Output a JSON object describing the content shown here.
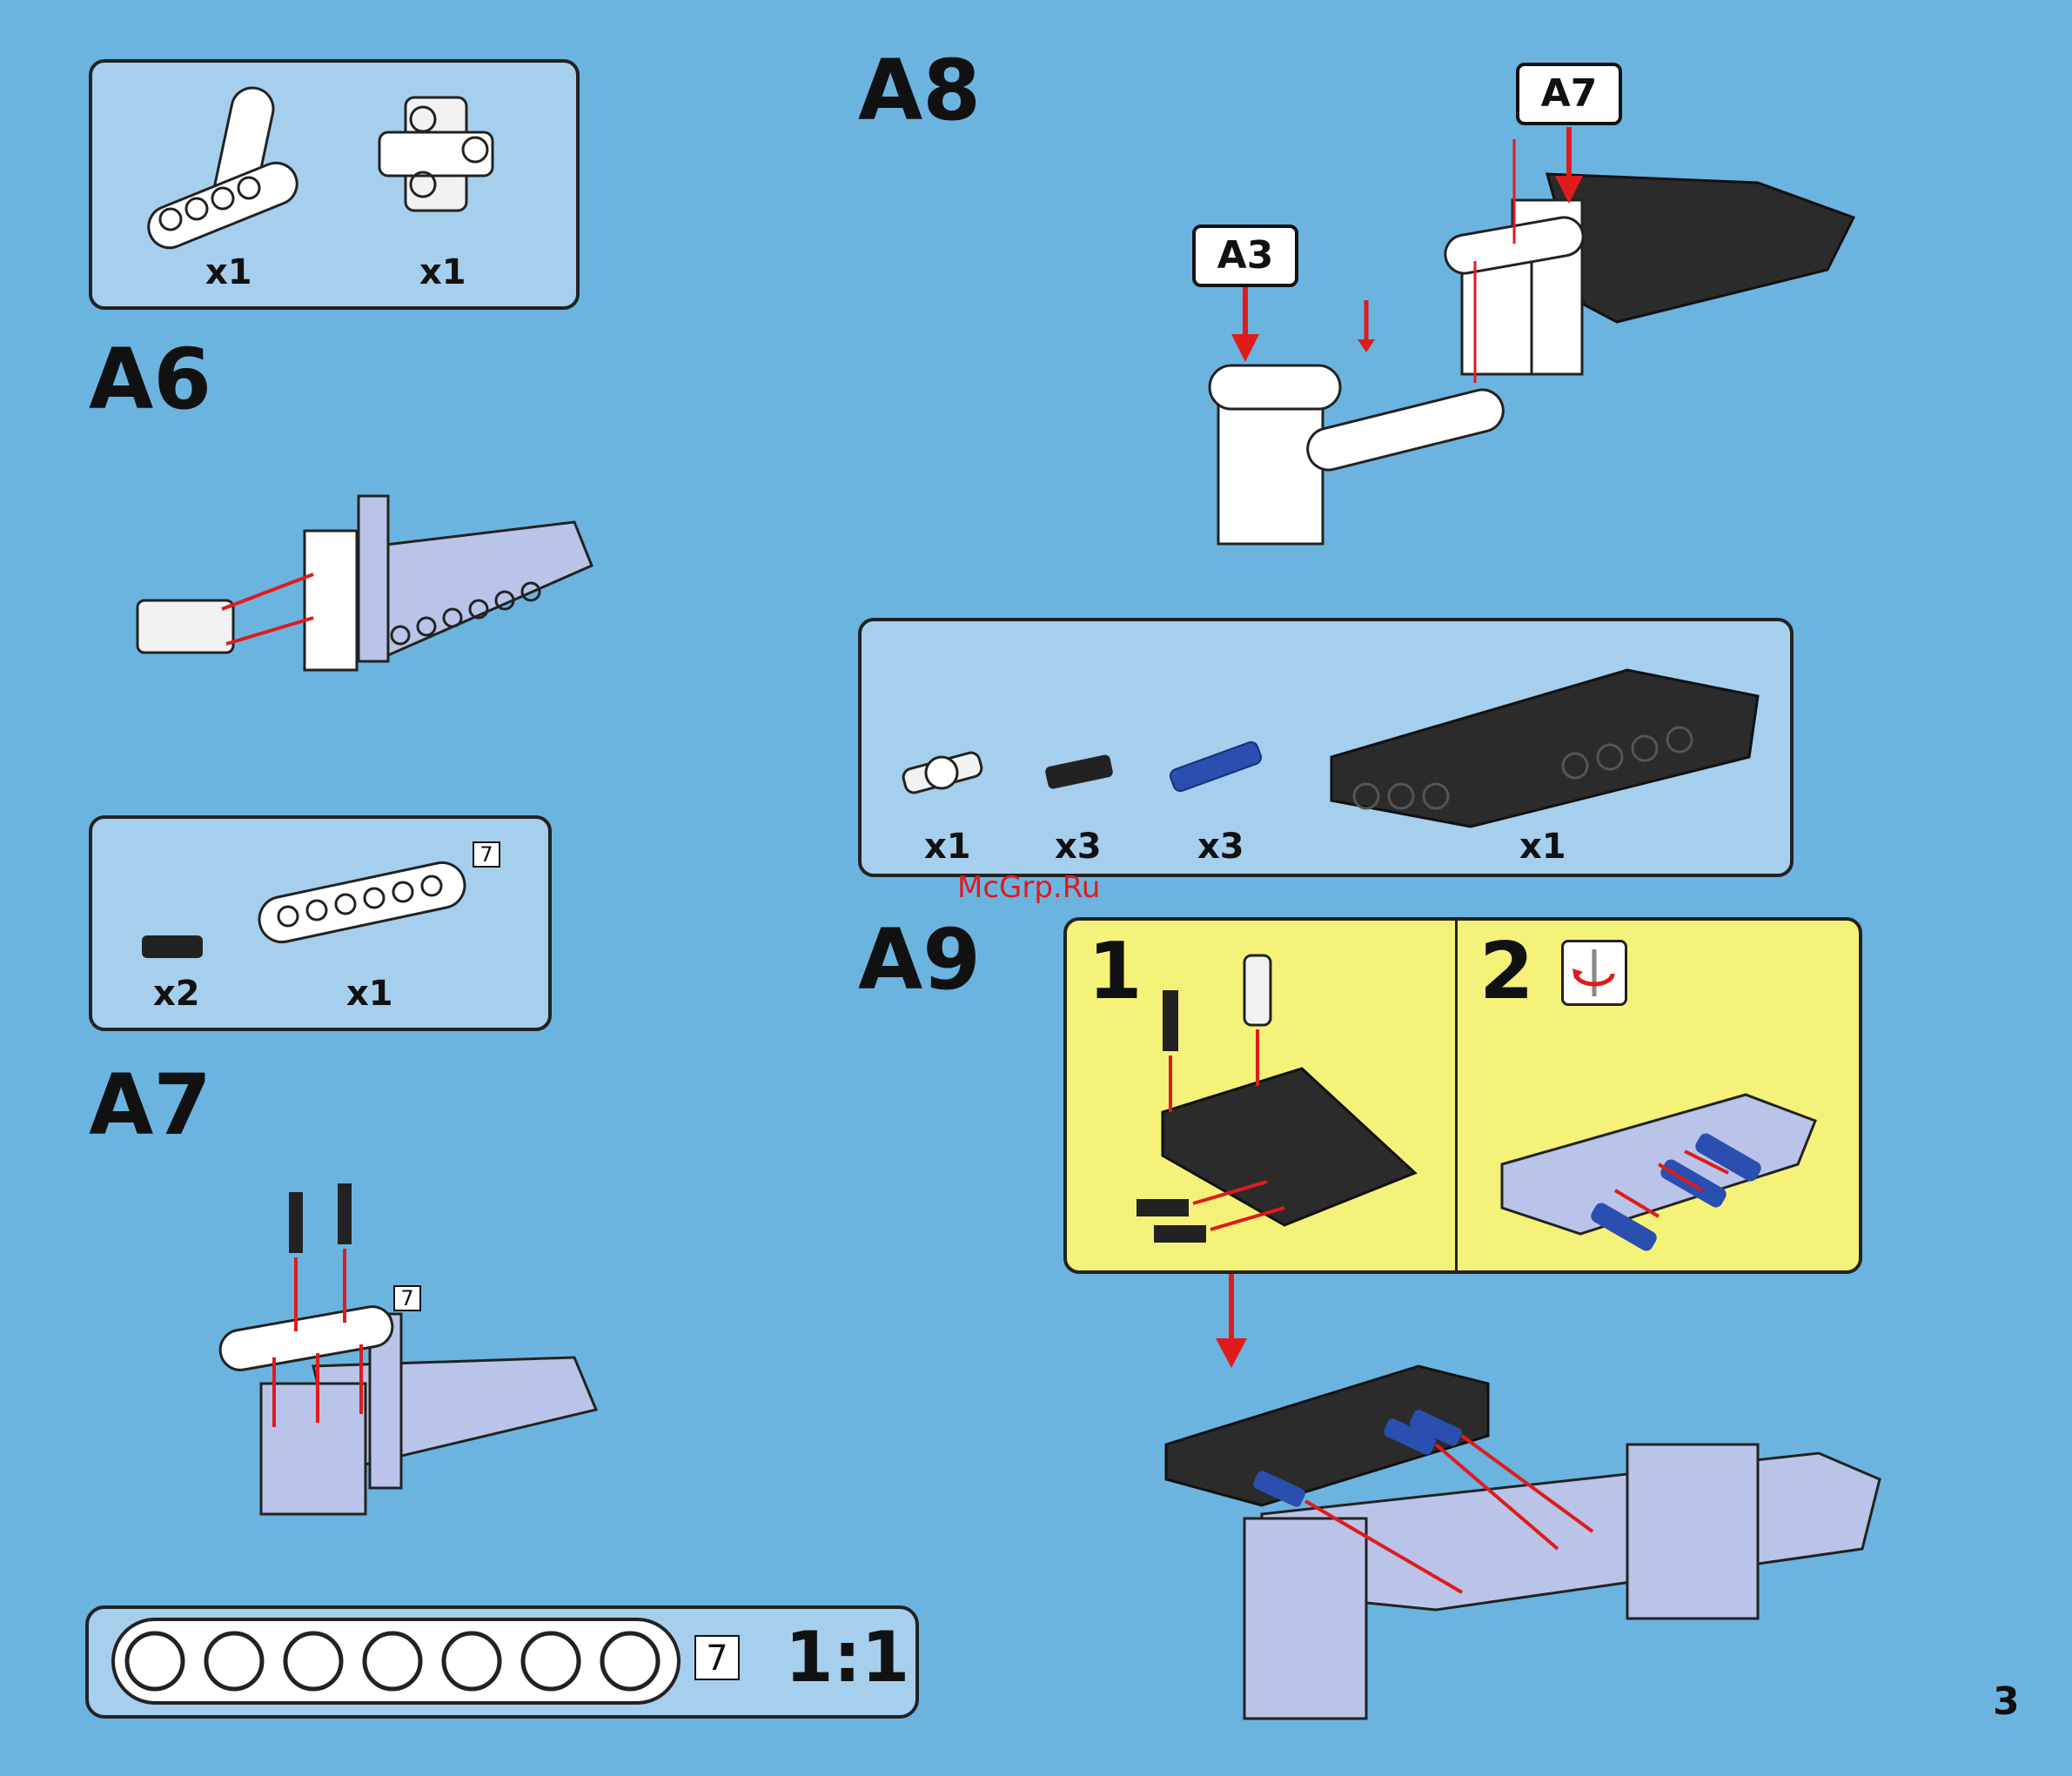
{
  "page": {
    "number": "3",
    "watermark": "McGrp.Ru"
  },
  "colors": {
    "background": "#6cb4e0",
    "panel": "#a6cfee",
    "substep": "#f5f279",
    "arrow": "#e01b1b"
  },
  "parts_a6": {
    "left_qty": "x1",
    "right_qty": "x1"
  },
  "step_a6": {
    "label": "A6"
  },
  "parts_a7": {
    "pin_qty": "x2",
    "beam_qty": "x1",
    "beam_len": "7"
  },
  "step_a7": {
    "label": "A7",
    "beam_len": "7"
  },
  "scale_ruler": {
    "len": "7",
    "scale": "1:1"
  },
  "step_a8": {
    "label": "A8",
    "ref_a7": "A7",
    "ref_a3": "A3"
  },
  "parts_a9": {
    "q1": "x1",
    "q2": "x3",
    "q3": "x3",
    "q4": "x1"
  },
  "step_a9": {
    "label": "A9",
    "sub1": "1",
    "sub2": "2",
    "rotate_icon": "rotate-icon"
  }
}
